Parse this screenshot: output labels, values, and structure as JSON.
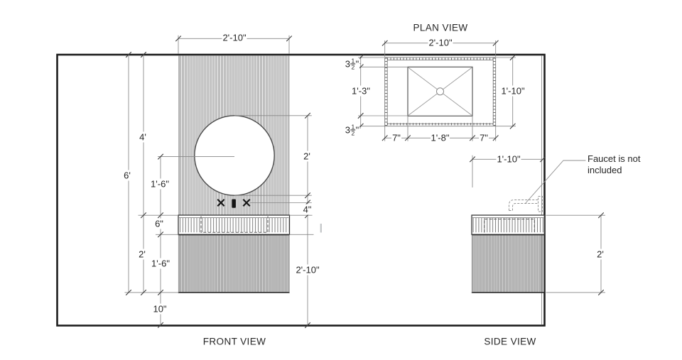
{
  "front_view": {
    "caption": "FRONT VIEW",
    "dim_width": "2'-10\"",
    "dim_wall_panel_height": "4'",
    "dim_overall_height": "6'",
    "dim_mirror_center": "1'-6\"",
    "dim_apron": "6\"",
    "dim_vanity_height": "2'",
    "dim_cabinet": "1'-6\"",
    "dim_floor_gap": "10\"",
    "dim_mirror_diameter": "2'",
    "dim_faucet_offset": "4\"",
    "dim_counter_to_floor": "2'-10\""
  },
  "plan_view": {
    "caption": "PLAN VIEW",
    "dim_width": "2'-10\"",
    "dim_back_gap_whole": "3",
    "dim_back_gap_num": "1",
    "dim_back_gap_den": "2",
    "dim_back_gap_unit": "\"",
    "dim_sink_depth": "1'-3\"",
    "dim_front_gap_whole": "3",
    "dim_front_gap_num": "1",
    "dim_front_gap_den": "2",
    "dim_front_gap_unit": "\"",
    "dim_depth": "1'-10\"",
    "dim_left_gap": "7\"",
    "dim_sink_width": "1'-8\"",
    "dim_right_gap": "7\""
  },
  "side_view": {
    "caption": "SIDE VIEW",
    "dim_depth": "1'-10\"",
    "dim_height": "2'",
    "note_line1": "Faucet is not",
    "note_line2": "included"
  }
}
